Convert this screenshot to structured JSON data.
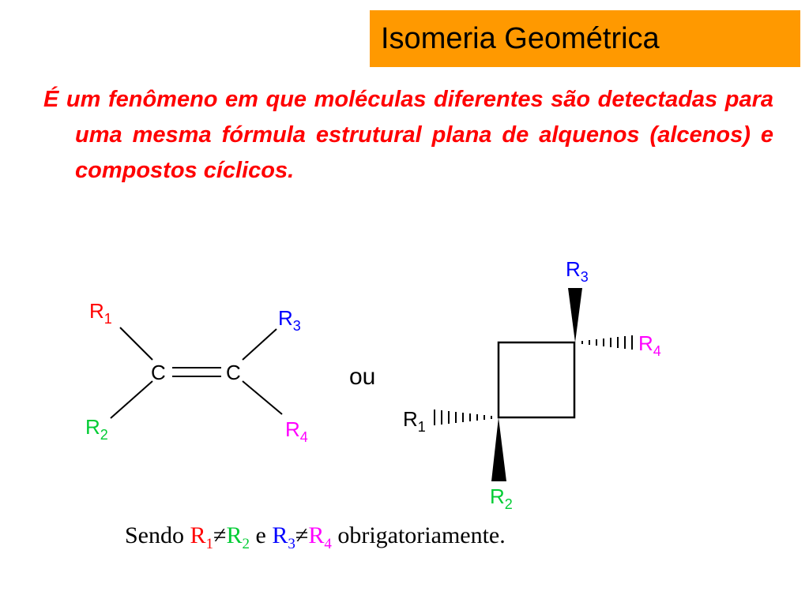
{
  "slide": {
    "title": "Isomeria Geométrica",
    "intro": "É um fenômeno em que moléculas diferentes são detectadas para uma mesma fórmula estrutural plana de alquenos (alcenos) e compostos cíclicos.",
    "connector": "ou"
  },
  "colors": {
    "title_bg": "#ff9900",
    "intro_text": "#ff0000",
    "r1": "#ff0000",
    "r2": "#00cc33",
    "r3": "#0000ff",
    "r4": "#ff00ff"
  },
  "alkene": {
    "carbon_left": "C",
    "carbon_right": "C",
    "r1": {
      "base": "R",
      "sub": "1"
    },
    "r2": {
      "base": "R",
      "sub": "2"
    },
    "r3": {
      "base": "R",
      "sub": "3"
    },
    "r4": {
      "base": "R",
      "sub": "4"
    }
  },
  "cyclobutane": {
    "r1": {
      "base": "R",
      "sub": "1"
    },
    "r2": {
      "base": "R",
      "sub": "2"
    },
    "r3": {
      "base": "R",
      "sub": "3"
    },
    "r4": {
      "base": "R",
      "sub": "4"
    }
  },
  "footer": {
    "prefix": "Sendo ",
    "r1": "R",
    "r1_sub": "1",
    "neq1": "≠",
    "r2": "R",
    "r2_sub": "2",
    "and": " e ",
    "r3": "R",
    "r3_sub": "3",
    "neq2": "≠",
    "r4": "R",
    "r4_sub": "4",
    "suffix": " obrigatoriamente."
  }
}
